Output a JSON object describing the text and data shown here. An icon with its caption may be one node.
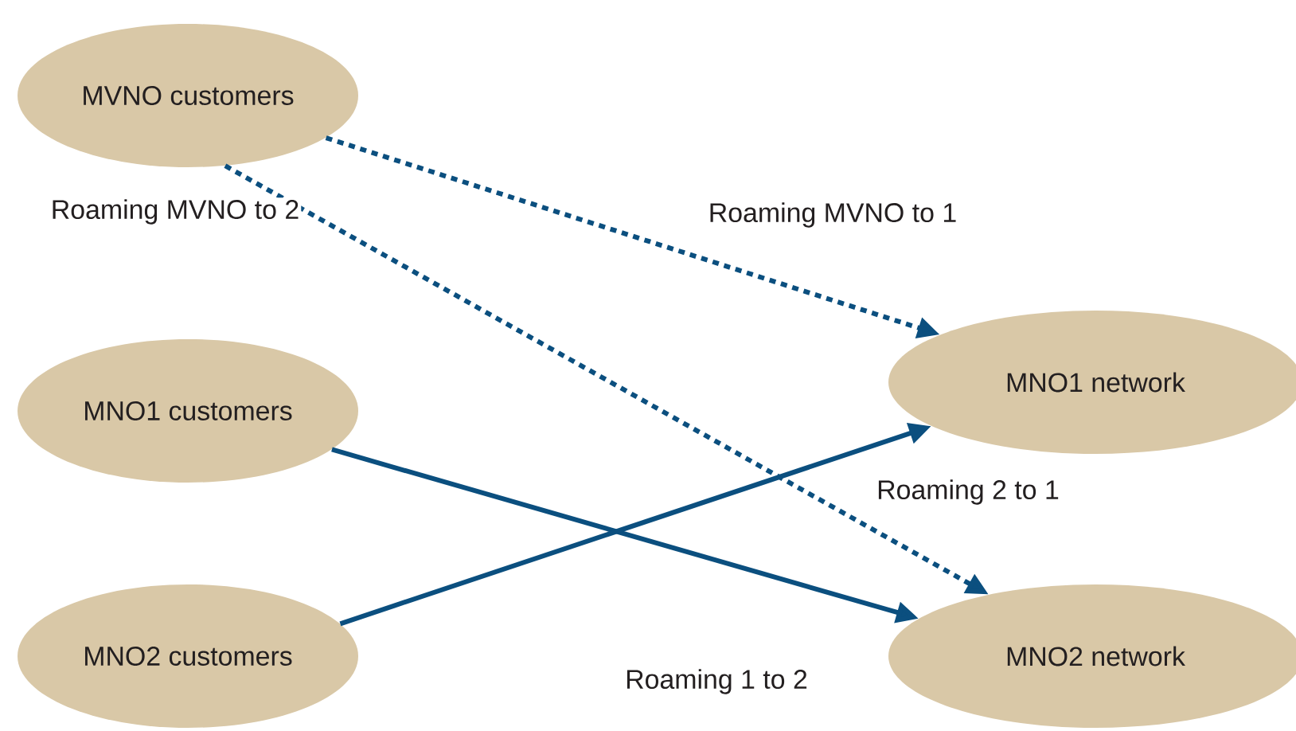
{
  "diagram": {
    "nodes": [
      {
        "text": [
          "MVNO customers"
        ]
      },
      {
        "text": [
          "MNO1 customers"
        ]
      },
      {
        "text": [
          "MNO2 customers"
        ]
      },
      {
        "text": [
          "MNO1 network"
        ]
      },
      {
        "text": [
          "MNO2 network"
        ]
      }
    ],
    "edges": [
      {
        "from": 0,
        "to": 3,
        "arrow": "to",
        "style": "dashed",
        "label": "Roaming MVNO to 1"
      },
      {
        "from": 0,
        "to": 4,
        "arrow": "to",
        "style": "dashed",
        "label": "Roaming MVNO to 2"
      },
      {
        "from": 1,
        "to": 4,
        "arrow": "to",
        "label": "Roaming 1 to 2"
      },
      {
        "from": 2,
        "to": 3,
        "arrow": "to",
        "label": "Roaming 2 to 1"
      }
    ]
  }
}
